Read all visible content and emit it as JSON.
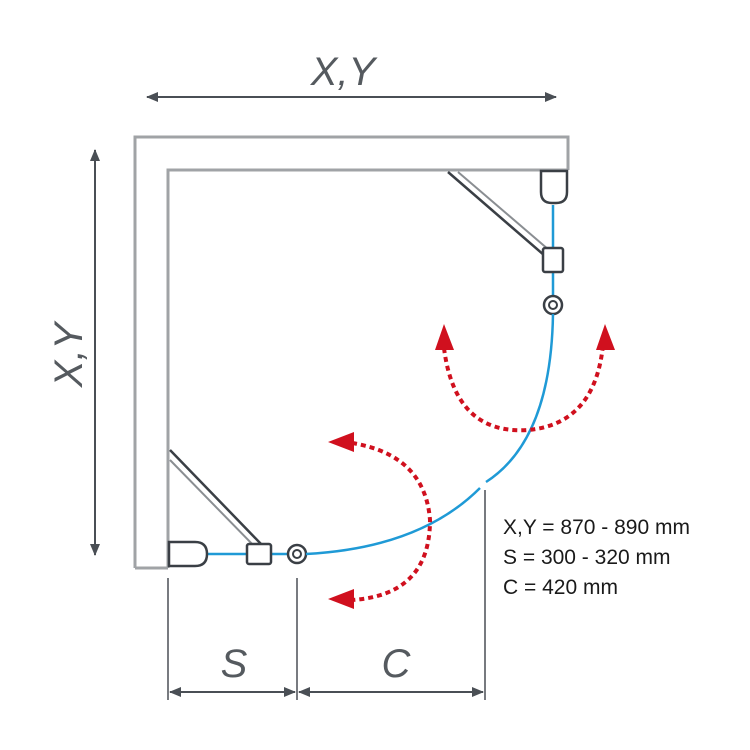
{
  "dimensions": {
    "top_label": "X,Y",
    "left_label": "X,Y",
    "bottom_s_label": "S",
    "bottom_c_label": "C"
  },
  "specs": [
    "X,Y = 870 - 890 mm",
    "S = 300 - 320 mm",
    "C = 420 mm"
  ],
  "colors": {
    "frame": "#a0a3a6",
    "glass_line": "#1f9ad6",
    "arrow": "#d0101e",
    "dimension_line": "#4a4f55",
    "hardware": "#3a3f45"
  }
}
